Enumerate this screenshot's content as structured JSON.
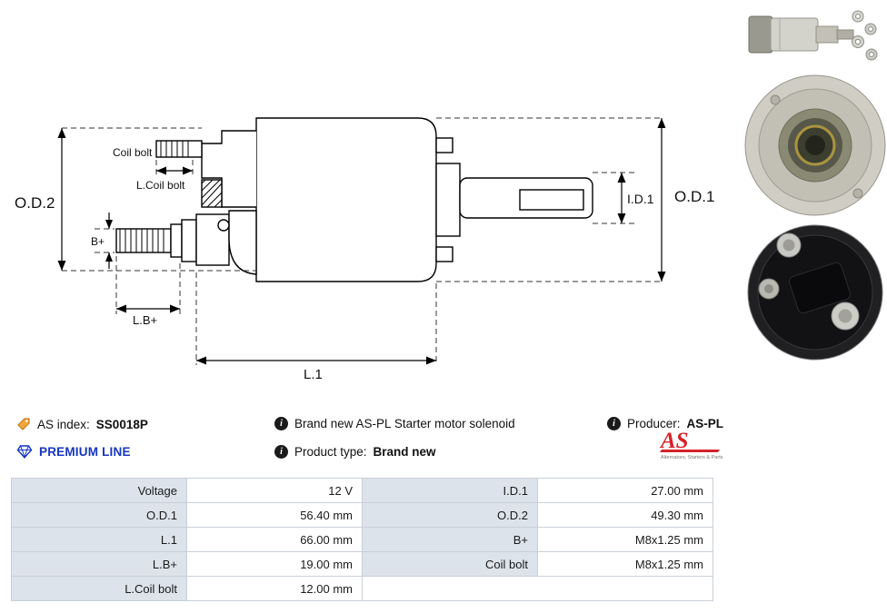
{
  "diagram": {
    "od2_label": "O.D.2",
    "od1_label": "O.D.1",
    "id1_label": "I.D.1",
    "l1_label": "L.1",
    "lb_label": "L.B+",
    "b_label": "B+",
    "coil_bolt_label": "Coil bolt",
    "l_coil_bolt_label": "L.Coil bolt"
  },
  "icons": {
    "info_glyph": "i",
    "tag_icon": "tag",
    "diamond_icon": "diamond"
  },
  "info": {
    "as_index_label": "AS index:",
    "as_index_value": "SS0018P",
    "description": "Brand new AS-PL Starter motor solenoid",
    "producer_label": "Producer:",
    "producer_value": "AS-PL",
    "premium_line": "PREMIUM LINE",
    "product_type_label": "Product type:",
    "product_type_value": "Brand new"
  },
  "logo": {
    "text": "AS",
    "subtext": "Alternators, Starters & Parts"
  },
  "table": {
    "rows": [
      {
        "l1": "Voltage",
        "v1": "12 V",
        "l2": "I.D.1",
        "v2": "27.00 mm"
      },
      {
        "l1": "O.D.1",
        "v1": "56.40 mm",
        "l2": "O.D.2",
        "v2": "49.30 mm"
      },
      {
        "l1": "L.1",
        "v1": "66.00 mm",
        "l2": "B+",
        "v2": "M8x1.25 mm"
      },
      {
        "l1": "L.B+",
        "v1": "19.00 mm",
        "l2": "Coil bolt",
        "v2": "M8x1.25 mm"
      },
      {
        "l1": "L.Coil bolt",
        "v1": "12.00 mm",
        "l2": "",
        "v2": ""
      }
    ]
  }
}
